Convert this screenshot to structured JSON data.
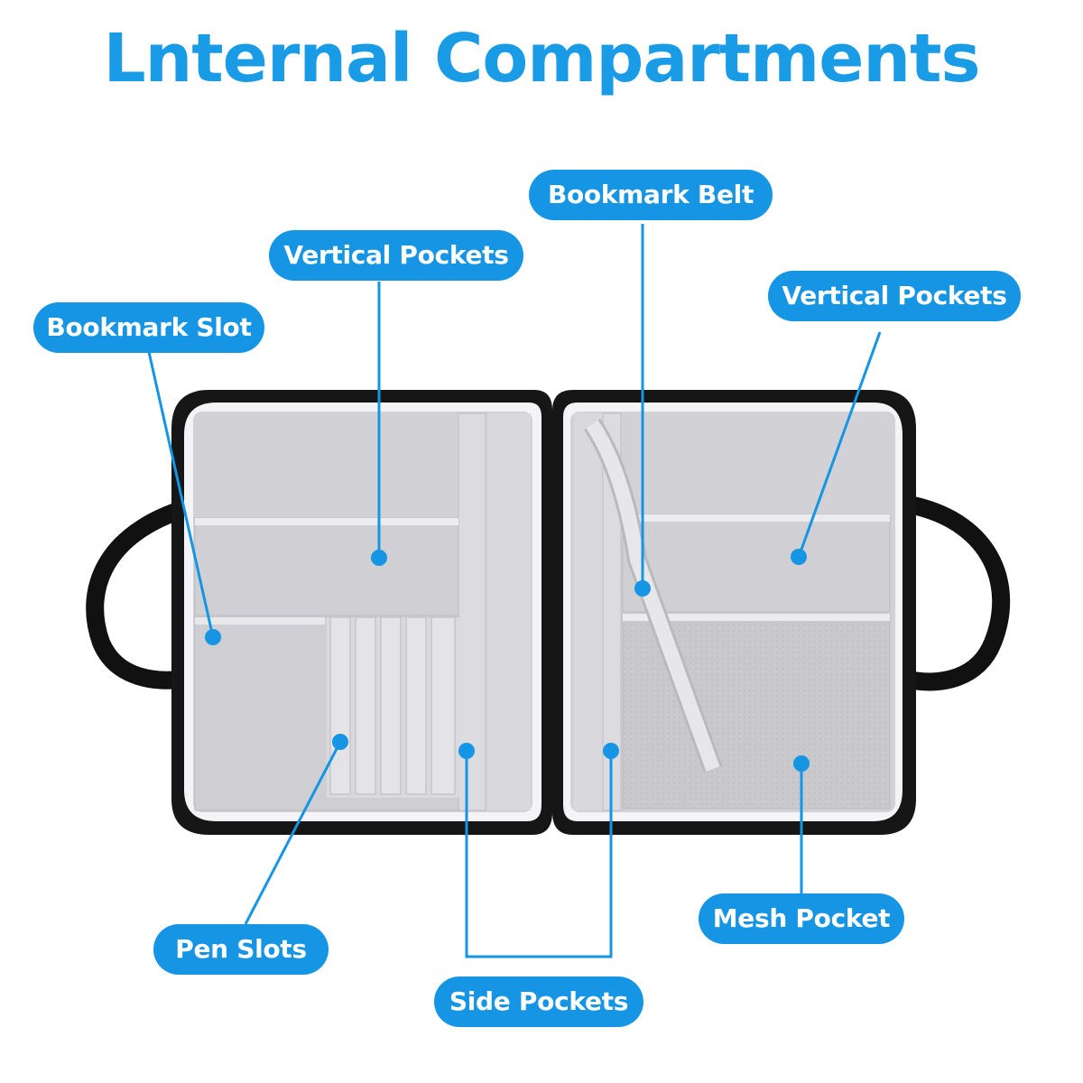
{
  "title": "Lnternal Compartments",
  "accent_color": "#1595e3",
  "image": {
    "subject": "open organizer case with grey interior compartments"
  },
  "labels": {
    "bookmark_slot": "Bookmark Slot",
    "vertical_pockets_left": "Vertical Pockets",
    "bookmark_belt": "Bookmark Belt",
    "vertical_pockets_right": "Vertical Pockets",
    "pen_slots": "Pen Slots",
    "side_pockets": "Side Pockets",
    "mesh_pocket": "Mesh Pocket"
  }
}
